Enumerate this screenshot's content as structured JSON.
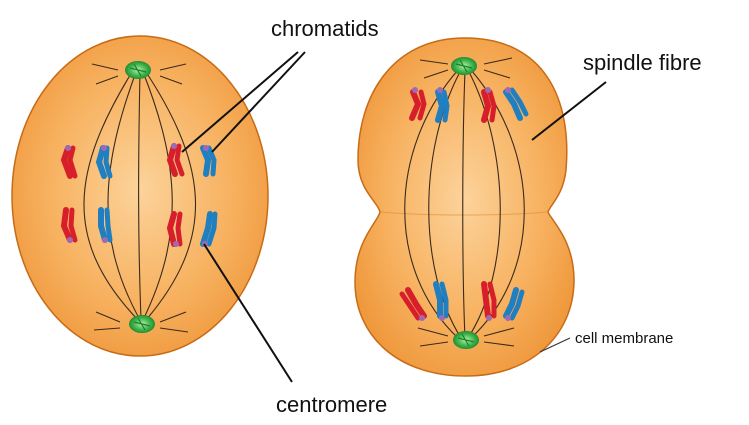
{
  "labels": {
    "chromatids": "chromatids",
    "spindle_fibre": "spindle fibre",
    "centromere": "centromere",
    "cell_membrane": "cell membrane"
  },
  "colors": {
    "cell_fill_center": "#fcd39b",
    "cell_fill_edge": "#ee9538",
    "cell_outline": "#c86b16",
    "chromatid_red": "#d71f2b",
    "chromatid_blue": "#1f7fc1",
    "centromere": "#9d6bb5",
    "centriole": "#36b24a",
    "fibre": "#3a2a1c"
  },
  "icons": {
    "centriole": "centriole-icon",
    "chromatid": "chromatid-icon",
    "centromere": "centromere-dot"
  }
}
